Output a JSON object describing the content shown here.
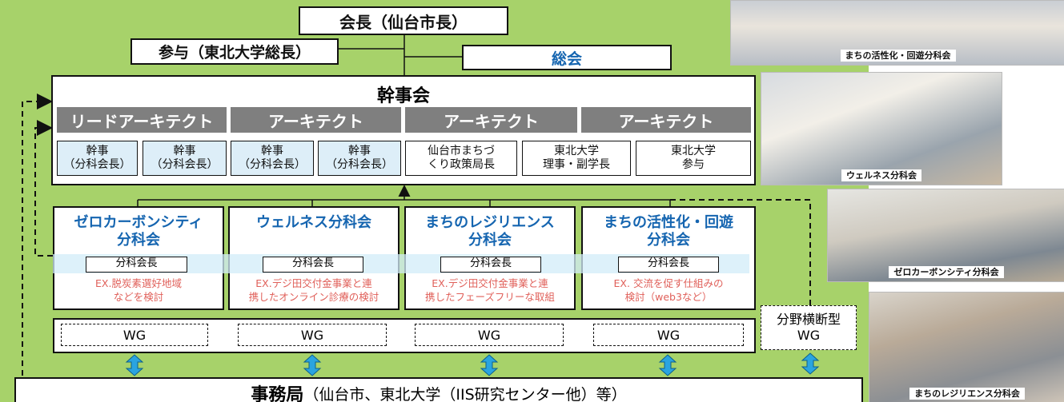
{
  "colors": {
    "background_green": "#a7d26a",
    "subcommittee_blue": "#1565b0",
    "example_red": "#e0605a",
    "architect_gray": "#7f7f7f",
    "arrow_blue": "#2aa4e0"
  },
  "chairman": {
    "label": "会長（仙台市長）"
  },
  "advisor": {
    "label": "参与（東北大学総長）"
  },
  "general_assembly": {
    "label": "総会"
  },
  "council": {
    "title": "幹事会",
    "architects": [
      "リードアーキテクト",
      "アーキテクト",
      "アーキテクト",
      "アーキテクト"
    ],
    "members": [
      {
        "line1": "幹事",
        "line2": "（分科会長）"
      },
      {
        "line1": "幹事",
        "line2": "（分科会長）"
      },
      {
        "line1": "幹事",
        "line2": "（分科会長）"
      },
      {
        "line1": "幹事",
        "line2": "（分科会長）"
      },
      {
        "line1": "仙台市まちづ",
        "line2": "くり政策局長"
      },
      {
        "line1": "東北大学",
        "line2": "理事・副学長"
      },
      {
        "line1": "東北大学",
        "line2": "参与"
      }
    ]
  },
  "subcommittees": [
    {
      "name1": "ゼロカーボンシティ",
      "name2": "分科会",
      "chair": "分科会長",
      "ex1": "EX.脱炭素選好地域",
      "ex2": "などを検討"
    },
    {
      "name1": "ウェルネス分科会",
      "name2": "",
      "chair": "分科会長",
      "ex1": "EX.デジ田交付金事業と連",
      "ex2": "携したオンライン診療の検討"
    },
    {
      "name1": "まちのレジリエンス",
      "name2": "分科会",
      "chair": "分科会長",
      "ex1": "EX.デジ田交付金事業と連",
      "ex2": "携したフェーズフリーな取組"
    },
    {
      "name1": "まちの活性化・回遊",
      "name2": "分科会",
      "chair": "分科会長",
      "ex1": "EX. 交流を促す仕組みの",
      "ex2": "検討（web3など）"
    }
  ],
  "working_groups": [
    "WG",
    "WG",
    "WG",
    "WG"
  ],
  "cross_wg": {
    "line1": "分野横断型",
    "line2": "WG"
  },
  "secretariat": {
    "bold": "事務局",
    "rest": "（仙台市、東北大学（IIS研究センター他）等）"
  },
  "photos": [
    {
      "caption": "まちの活性化・回遊分科会"
    },
    {
      "caption": "ウェルネス分科会"
    },
    {
      "caption": "ゼロカーボンシティ分科会"
    },
    {
      "caption": "まちのレジリエンス分科会"
    }
  ]
}
